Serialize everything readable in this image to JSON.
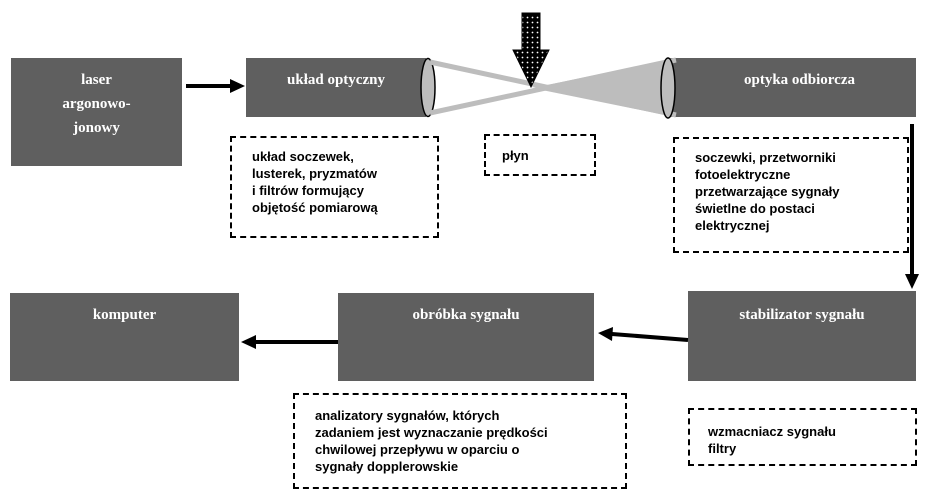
{
  "boxes": {
    "laser": "laser\nargonowo-\njonowy",
    "optical_system": "układ optyczny",
    "receiver_optics": "optyka odbiorcza",
    "signal_stabilizer": "stabilizator sygnału",
    "signal_processing": "obróbka sygnału",
    "computer": "komputer"
  },
  "notes": {
    "optical_system_desc": "układ soczewek,\nlusterek, pryzmatów\ni filtrów formujący\nobjętość pomiarową",
    "fluid": "płyn",
    "receiver_desc": "soczewki, przetworniki\nfotoelektryczne\nprzetwarzające sygnały\nświetlne do postaci\nelektrycznej",
    "processing_desc": "analizatory sygnałów, których\nzadaniem jest wyznaczanie prędkości\nchwilowej przepływu w oparciu o\nsygnały dopplerowskie",
    "stabilizer_desc": "wzmacniacz sygnału\nfiltry"
  },
  "colors": {
    "box_fill": "#5f5f5f",
    "box_text": "#ffffff",
    "cone_fill": "#bdbdbd",
    "arrow": "#000000"
  }
}
